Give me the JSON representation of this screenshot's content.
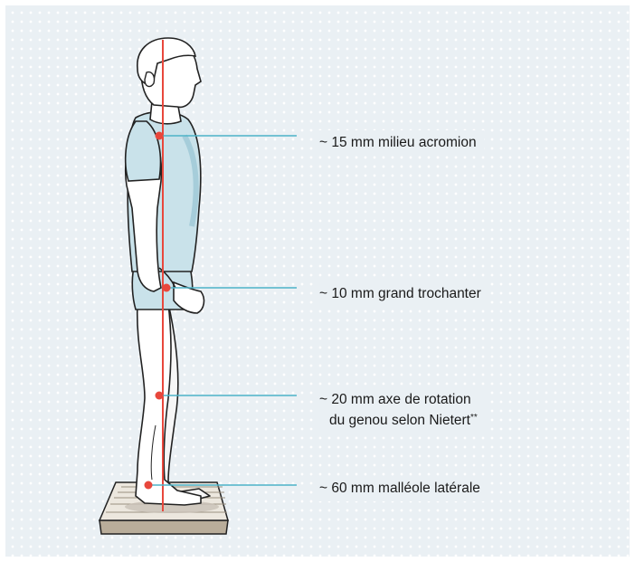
{
  "annotations": [
    {
      "id": "acromion",
      "text": "~ 15 mm milieu acromion"
    },
    {
      "id": "trochanter",
      "text": "~ 10 mm grand trochanter"
    },
    {
      "id": "knee",
      "line1": "~ 20 mm axe de rotation",
      "line2": "du genou selon Nietert",
      "line2_suffix": "**"
    },
    {
      "id": "malleolus",
      "text": "~ 60 mm malléole latérale"
    }
  ],
  "colors": {
    "background": "#eaf0f4",
    "plumb_line": "#e8473c",
    "marker": "#e8473c",
    "leader_line": "#4db3c8",
    "skin_outline": "#222222",
    "shirt": "#c9e2ea"
  },
  "icons": [
    "human-figure",
    "plumb-line",
    "platform"
  ]
}
